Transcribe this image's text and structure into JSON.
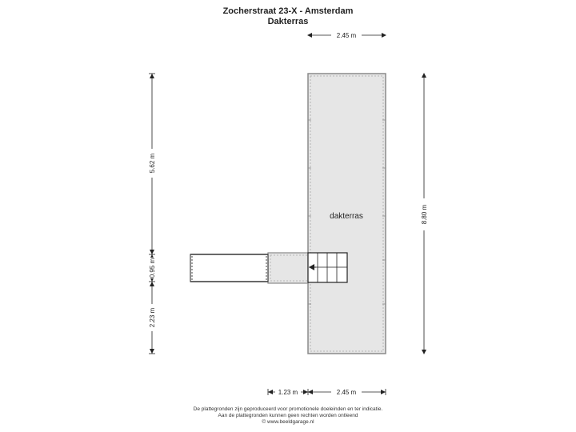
{
  "header": {
    "address": "Zocherstraat 23-X - Amsterdam",
    "floor": "Dakterras"
  },
  "rooms": {
    "terrace_label": "dakterras"
  },
  "dimensions": {
    "top_width": "2.45 m",
    "right_height": "8.80 m",
    "left_upper": "5.62 m",
    "left_middle": "0.95 m",
    "left_lower": "2.23 m",
    "bottom_left": "1.23 m",
    "bottom_right": "2.45 m"
  },
  "footer": {
    "line1": "De plattegronden zijn geproduceerd voor promotionele doeleinden en ter indicatie.",
    "line2": "Aan de plattegronden kunnen geen rechten worden ontleend",
    "line3": "© www.beeldgarage.nl"
  },
  "colors": {
    "fill": "#e6e6e6",
    "wall": "#8a8a8a",
    "dim_line": "#222222"
  }
}
